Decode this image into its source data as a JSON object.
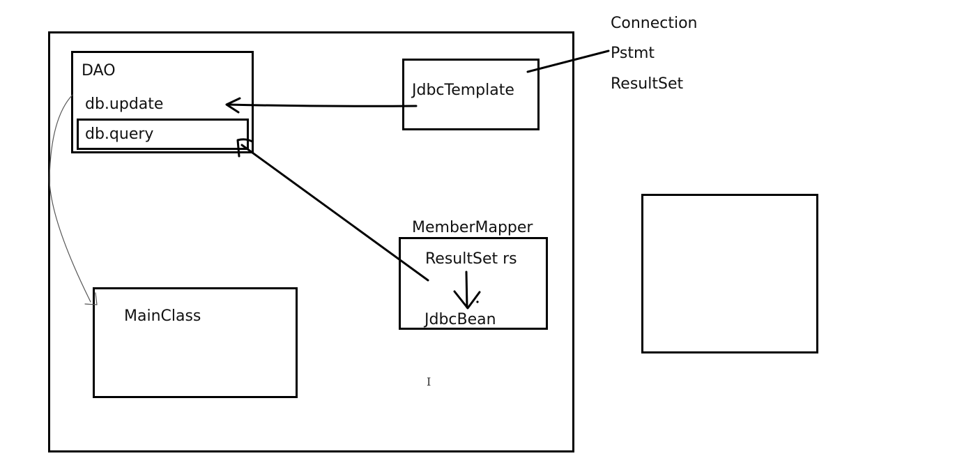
{
  "diagram": {
    "dao": {
      "title": "DAO",
      "update": "db.update",
      "query": "db.query"
    },
    "jdbc_template": {
      "label": "JdbcTemplate"
    },
    "resources": [
      "Connection",
      "Pstmt",
      "ResultSet"
    ],
    "member_mapper": {
      "title": "MemberMapper",
      "input": "ResultSet rs",
      "output": "JdbcBean"
    },
    "main_class": {
      "label": "MainClass"
    },
    "cursor_glyph": "I"
  }
}
